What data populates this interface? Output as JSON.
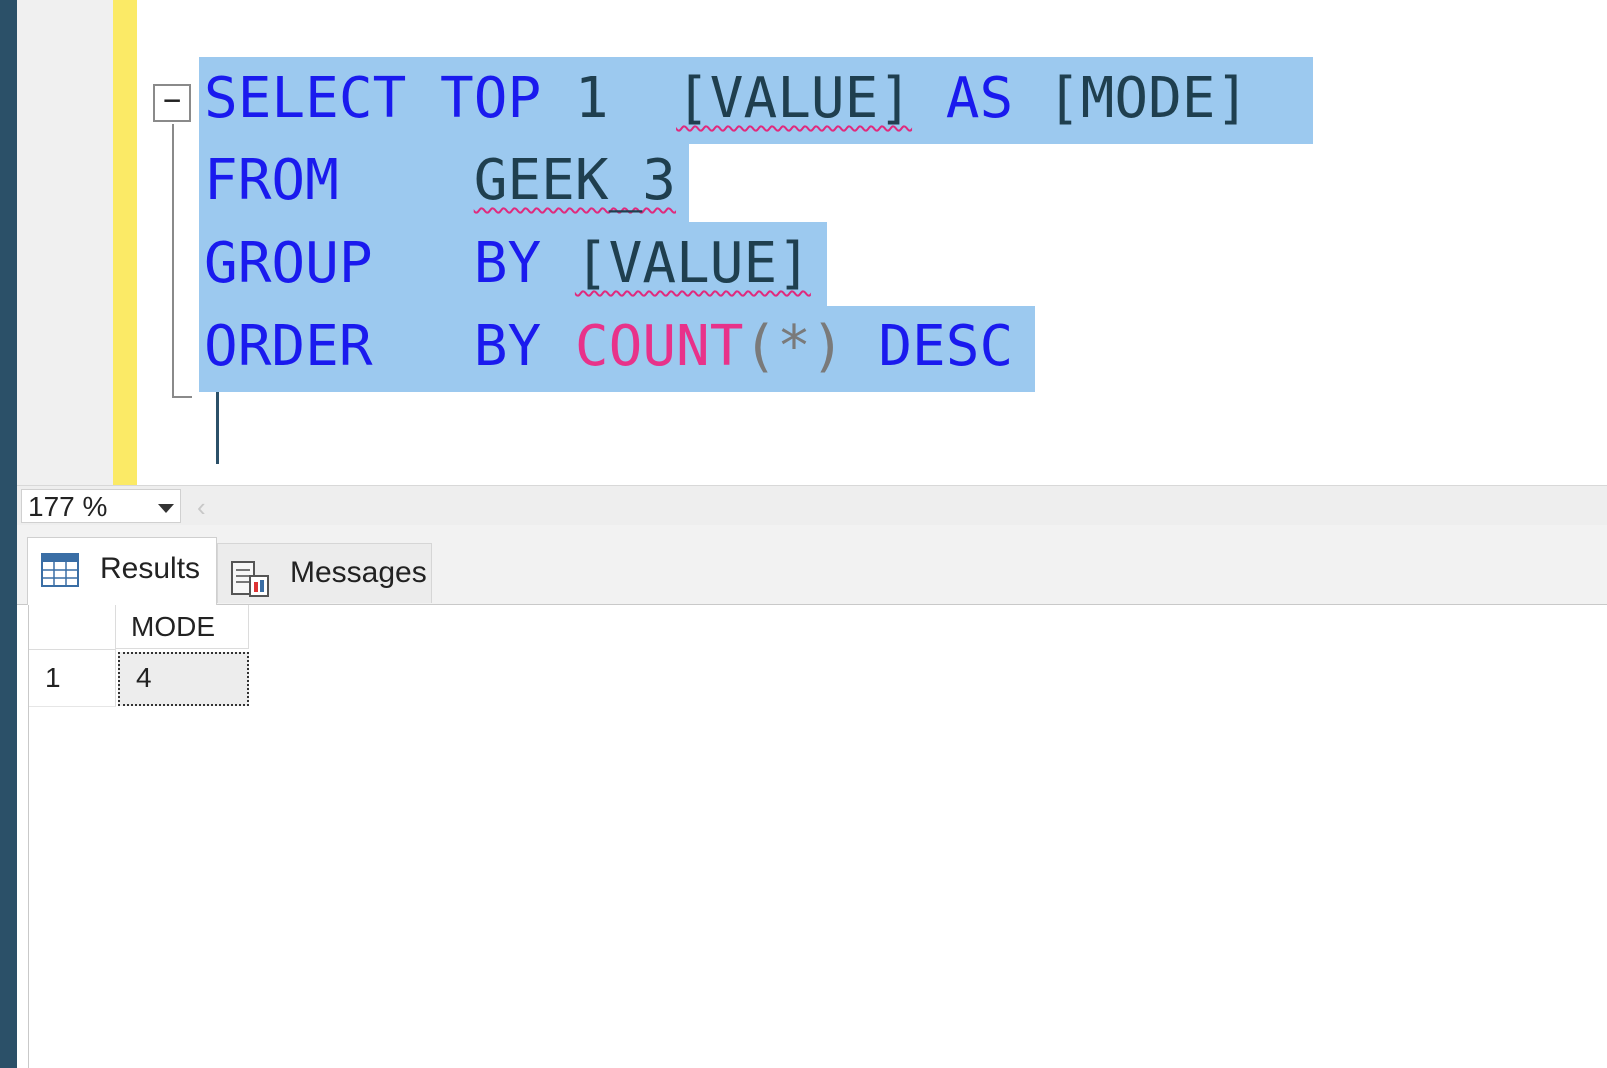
{
  "editor": {
    "lines": [
      {
        "parts": [
          {
            "text": "SELECT",
            "kind": "kw"
          },
          {
            "text": " ",
            "kind": "plain"
          },
          {
            "text": "TOP",
            "kind": "kw"
          },
          {
            "text": " ",
            "kind": "plain"
          },
          {
            "text": "1",
            "kind": "num"
          },
          {
            "text": "  ",
            "kind": "plain"
          },
          {
            "text": "[VALUE]",
            "kind": "id"
          },
          {
            "text": " ",
            "kind": "plain"
          },
          {
            "text": "AS",
            "kind": "kw"
          },
          {
            "text": " ",
            "kind": "plain"
          },
          {
            "text": "[MODE]",
            "kind": "num"
          }
        ]
      },
      {
        "parts": [
          {
            "text": "FROM",
            "kind": "kw"
          },
          {
            "text": "    ",
            "kind": "plain"
          },
          {
            "text": "GEEK_3",
            "kind": "id"
          }
        ]
      },
      {
        "parts": [
          {
            "text": "GROUP",
            "kind": "kw"
          },
          {
            "text": "   ",
            "kind": "plain"
          },
          {
            "text": "BY",
            "kind": "kw"
          },
          {
            "text": " ",
            "kind": "plain"
          },
          {
            "text": "[VALUE]",
            "kind": "id"
          }
        ]
      },
      {
        "parts": [
          {
            "text": "ORDER",
            "kind": "kw"
          },
          {
            "text": "   ",
            "kind": "plain"
          },
          {
            "text": "BY",
            "kind": "kw"
          },
          {
            "text": " ",
            "kind": "plain"
          },
          {
            "text": "COUNT",
            "kind": "fn"
          },
          {
            "text": "(*)",
            "kind": "op"
          },
          {
            "text": " ",
            "kind": "plain"
          },
          {
            "text": "DESC",
            "kind": "kw"
          }
        ]
      }
    ],
    "fold_symbol": "−"
  },
  "zoom": {
    "value": "177 %"
  },
  "tabs": [
    {
      "label": "Results",
      "icon": "grid-icon",
      "active": true
    },
    {
      "label": "Messages",
      "icon": "messages-icon",
      "active": false
    }
  ],
  "results": {
    "columns": [
      "MODE"
    ],
    "rows": [
      {
        "num": "1",
        "values": [
          "4"
        ]
      }
    ]
  },
  "colors": {
    "keyword": "#1a1aee",
    "function": "#e8328a",
    "identifier": "#1f3f4f",
    "selection": "#9cc9ef",
    "change_bar": "#fbea66"
  }
}
